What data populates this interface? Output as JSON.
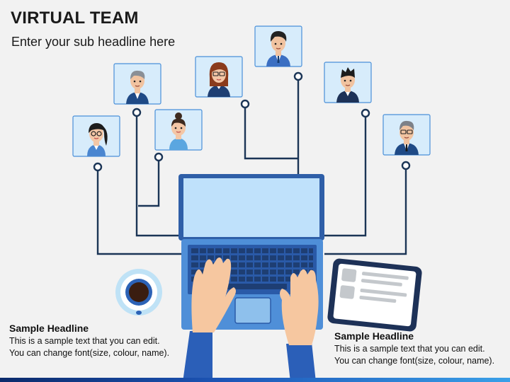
{
  "slide": {
    "title": "VIRTUAL TEAM",
    "subtitle": "Enter your sub headline here"
  },
  "team_members": [
    {
      "name": "woman-ponytail",
      "role": "member"
    },
    {
      "name": "man-gray-hair",
      "role": "member"
    },
    {
      "name": "woman-bun",
      "role": "member"
    },
    {
      "name": "woman-glasses",
      "role": "member"
    },
    {
      "name": "man-black-hair",
      "role": "member"
    },
    {
      "name": "man-spiky-hair",
      "role": "member"
    },
    {
      "name": "man-glasses-gray",
      "role": "member"
    }
  ],
  "illustration": {
    "center_device": "laptop-icon",
    "side_items": [
      "coffee-cup-icon",
      "tablet-icon"
    ]
  },
  "left_block": {
    "headline": "Sample Headline",
    "line1": "This is a sample text that you can edit.",
    "line2": "You can change font(size, colour, name)."
  },
  "right_block": {
    "headline": "Sample Headline",
    "line1": "This is a sample text that you can edit.",
    "line2": "You can change font(size, colour, name)."
  },
  "colors": {
    "connector": "#1b3556",
    "card_bg": "#d7ecfb",
    "card_border": "#4a90d9",
    "laptop_blue": "#4f8fd8",
    "screen": "#bfe1fb",
    "accent_bar": "#1d56b8"
  }
}
